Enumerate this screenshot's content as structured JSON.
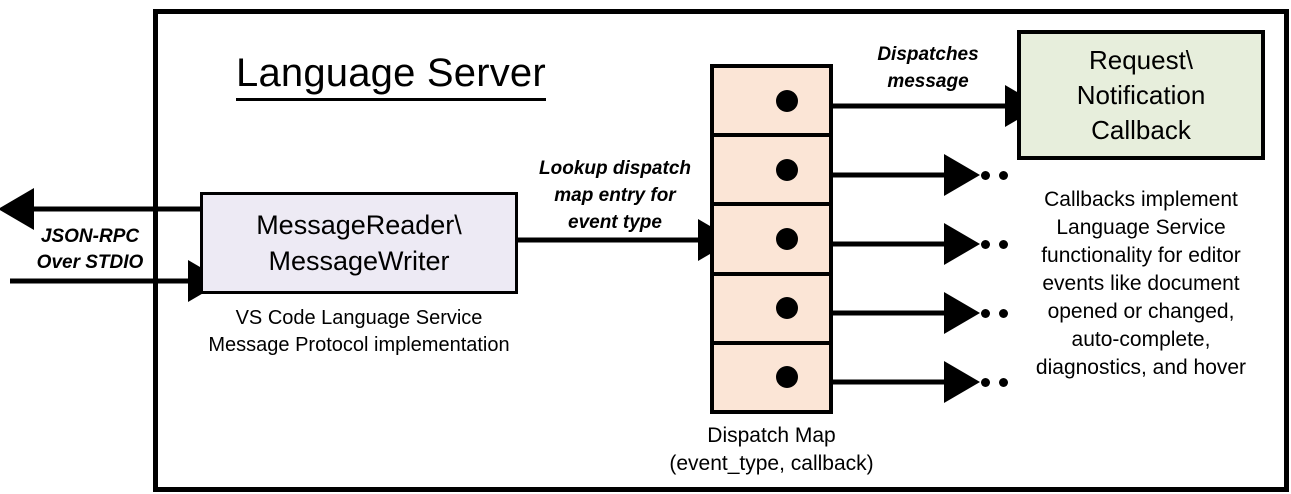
{
  "diagram": {
    "title": "Language Server",
    "boundary_name": "language-server-boundary",
    "colors": {
      "message_box_fill": "#EDEAF4",
      "dispatch_map_fill": "#FBE5D6",
      "callback_box_fill": "#E7EEDC",
      "stroke": "#000000",
      "background": "#FFFFFF"
    }
  },
  "io": {
    "label": "JSON-RPC\nOver STDIO",
    "label_line1": "JSON-RPC",
    "label_line2": "Over STDIO",
    "outbound_arrow": "arrow-left-outbound",
    "inbound_arrow": "arrow-right-inbound"
  },
  "message_box": {
    "line1": "MessageReader\\",
    "line2": "MessageWriter",
    "caption_line1": "VS Code Language Service",
    "caption_line2": "Message Protocol implementation"
  },
  "lookup": {
    "label_line1": "Lookup dispatch",
    "label_line2": "map entry for",
    "label_line3": "event type"
  },
  "dispatch_map": {
    "caption_line1": "Dispatch Map",
    "caption_line2": "(event_type, callback)",
    "rows": [
      {
        "index": 1,
        "has_ellipsis": false,
        "target": "callback-box"
      },
      {
        "index": 2,
        "has_ellipsis": true,
        "target": "ellipsis"
      },
      {
        "index": 3,
        "has_ellipsis": true,
        "target": "ellipsis"
      },
      {
        "index": 4,
        "has_ellipsis": true,
        "target": "ellipsis"
      },
      {
        "index": 5,
        "has_ellipsis": true,
        "target": "ellipsis"
      }
    ]
  },
  "dispatches": {
    "label_line1": "Dispatches",
    "label_line2": "message"
  },
  "callback_box": {
    "line1": "Request\\",
    "line2": "Notification",
    "line3": "Callback",
    "caption_line1": "Callbacks implement",
    "caption_line2": "Language Service",
    "caption_line3": "functionality for editor",
    "caption_line4": "events like document",
    "caption_line5": "opened or changed,",
    "caption_line6": "auto-complete,",
    "caption_line7": "diagnostics, and hover"
  }
}
